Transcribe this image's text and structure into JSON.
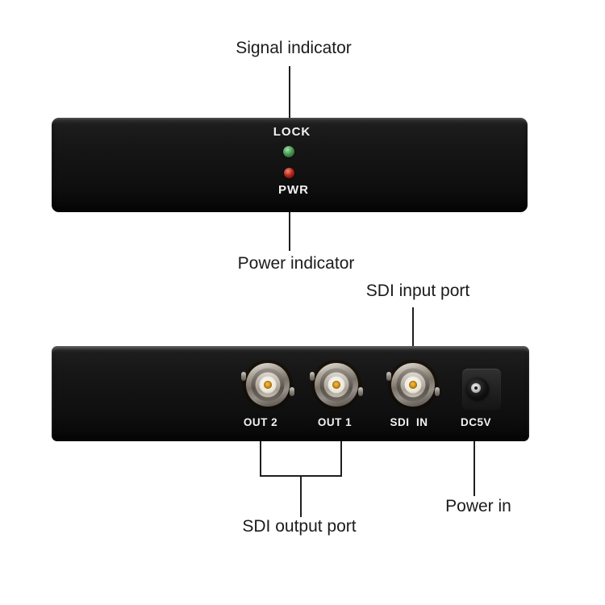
{
  "canvas": {
    "background": "#ffffff"
  },
  "callouts": {
    "signal_indicator": "Signal indicator",
    "power_indicator": "Power indicator",
    "sdi_input_port": "SDI input port",
    "sdi_output_port": "SDI output port",
    "power_in": "Power in"
  },
  "front_panel": {
    "lock_label": "LOCK",
    "pwr_label": "PWR",
    "lock_led_color": "#4a9a55",
    "pwr_led_color": "#b22218"
  },
  "rear_panel": {
    "ports": [
      {
        "label": "OUT 2"
      },
      {
        "label": "OUT 1"
      },
      {
        "label": "SDI  IN"
      }
    ],
    "dc_label": "DC5V"
  },
  "colors": {
    "device_body": "#121212",
    "callout_text": "#1b1b1b",
    "callout_line": "#1f1f1f",
    "panel_text": "#f2f2f2",
    "bnc_ceramic": "#e9e4d8",
    "bnc_pin_gold": "#c8860a"
  }
}
